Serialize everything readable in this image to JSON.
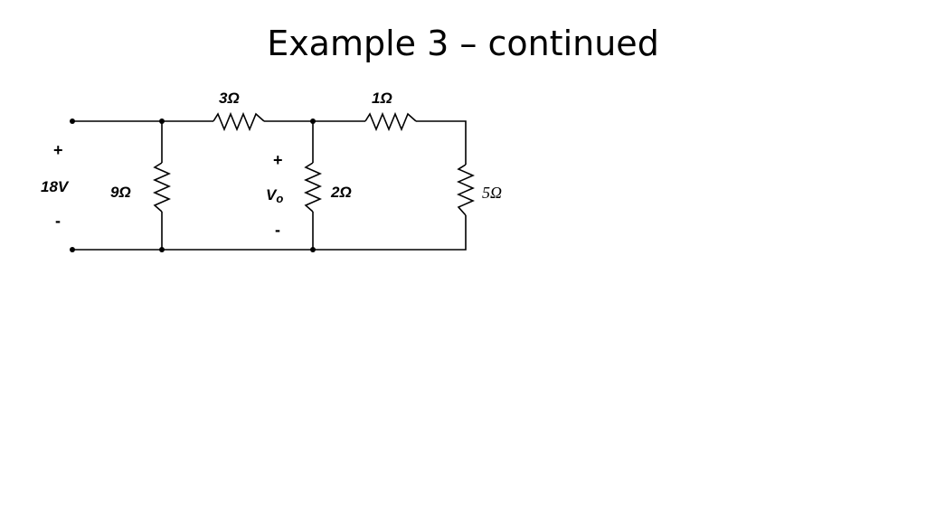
{
  "slide": {
    "title": "Example 3 – continued"
  },
  "circuit": {
    "source": {
      "label": "18V",
      "plus": "+",
      "minus": "-"
    },
    "resistors": {
      "r3": "3Ω",
      "r1": "1Ω",
      "r9": "9Ω",
      "r2": "2Ω",
      "r5": "5Ω"
    },
    "output": {
      "label": "V",
      "subscript": "o",
      "plus": "+",
      "minus": "-"
    }
  }
}
